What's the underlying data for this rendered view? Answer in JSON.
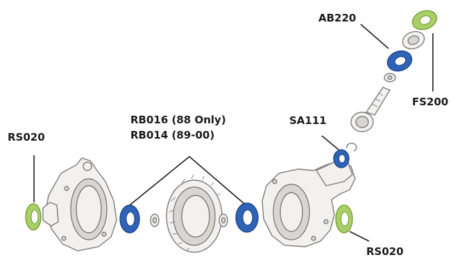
{
  "labels": {
    "rs020_left": "RS020",
    "rb_line1": "RB016 (88 Only)",
    "rb_line2": "RB014 (89-00)",
    "sa111": "SA111",
    "ab220": "AB220",
    "fs200": "FS200",
    "rs020_right": "RS020"
  },
  "colors": {
    "bearing_blue": "#2e63b7",
    "seal_green": "#a9cf66",
    "line_art": "#7b7b7b",
    "label_text": "#1a1a1a"
  }
}
